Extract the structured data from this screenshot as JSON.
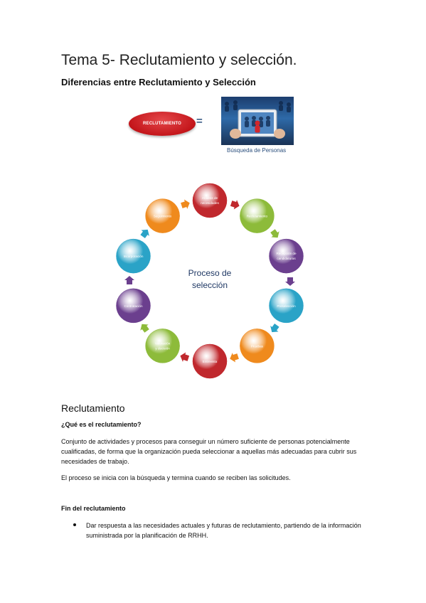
{
  "title": "Tema 5- Reclutamiento y selección.",
  "subtitle": "Diferencias entre Reclutamiento y Selección",
  "figure1": {
    "oval_label": "RECLUTAMIENTO",
    "equals": "=",
    "caption": "Búsqueda de Personas"
  },
  "cycle": {
    "center_line1": "Proceso de",
    "center_line2": "selección",
    "nodes": [
      {
        "line1": "Análisis de",
        "line2": "necesidades",
        "color": "#c0282d"
      },
      {
        "line1": "Reclutamiento",
        "line2": "",
        "color": "#8dbb3a"
      },
      {
        "line1": "Recepción de",
        "line2": "candidaturas",
        "color": "#6b3f8e"
      },
      {
        "line1": "Preselección",
        "line2": "",
        "color": "#2aa3c7"
      },
      {
        "line1": "Pruebas",
        "line2": "",
        "color": "#ef8a1d"
      },
      {
        "line1": "Entrevista",
        "line2": "",
        "color": "#c0282d"
      },
      {
        "line1": "Valoración",
        "line2": "y decisión",
        "color": "#8dbb3a"
      },
      {
        "line1": "Contratación",
        "line2": "",
        "color": "#6b3f8e"
      },
      {
        "line1": "Incorporación",
        "line2": "",
        "color": "#2aa3c7"
      },
      {
        "line1": "Seguimiento",
        "line2": "",
        "color": "#ef8a1d"
      }
    ]
  },
  "section": {
    "heading": "Reclutamiento",
    "question": "¿Qué es el reclutamiento?",
    "para1": "Conjunto de actividades y procesos para conseguir un número suficiente de personas potencialmente cualificadas, de forma que la organización pueda seleccionar a aquellas más adecuadas para cubrir sus necesidades de trabajo.",
    "para2": "El proceso se inicia con la búsqueda y termina cuando se reciben las solicitudes.",
    "fin_heading": "Fin del reclutamiento",
    "bullets": [
      "Dar respuesta a las necesidades actuales y futuras de reclutamiento, partiendo de la información suministrada por la planificación de RRHH."
    ]
  }
}
